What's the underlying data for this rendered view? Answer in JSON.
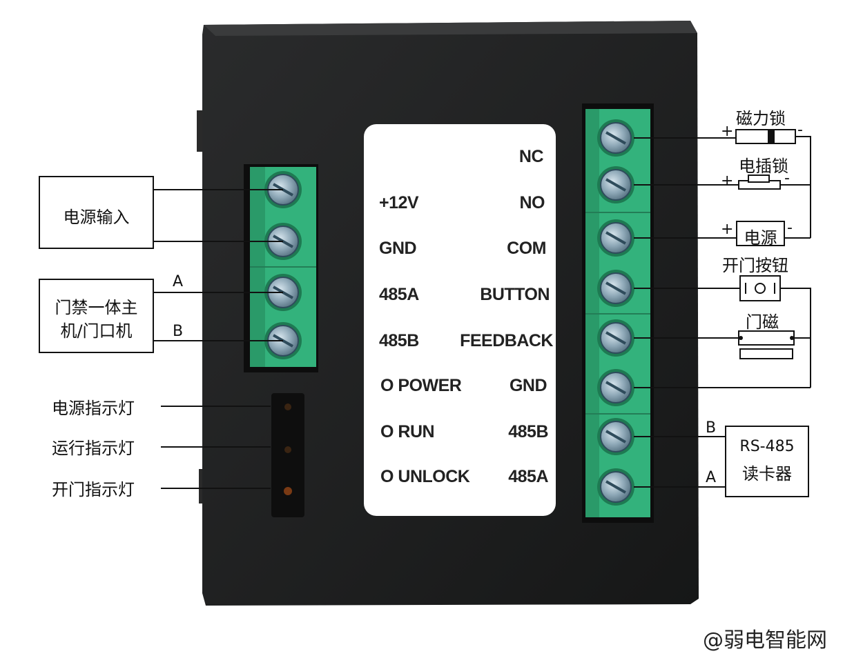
{
  "device": {
    "left_terminals": [
      "+12V",
      "GND",
      "485A",
      "485B"
    ],
    "indicators": [
      "O POWER",
      "O RUN",
      "O UNLOCK"
    ],
    "right_terminals": [
      "NC",
      "NO",
      "COM",
      "BUTTON",
      "FEEDBACK",
      "GND",
      "485B",
      "485A"
    ]
  },
  "left_labels": {
    "power_input": "电源输入",
    "door_host_line1": "门禁一体主",
    "door_host_line2": "机/门口机",
    "wire_a": "A",
    "wire_b": "B",
    "led_power": "电源指示灯",
    "led_run": "运行指示灯",
    "led_unlock": "开门指示灯"
  },
  "right_labels": {
    "maglock": "磁力锁",
    "bolt_lock": "电插锁",
    "power_supply": "电源",
    "exit_button": "开门按钮",
    "door_sensor": "门磁",
    "reader_line1": "RS-485",
    "reader_line2": "读卡器",
    "wire_a": "A",
    "wire_b": "B",
    "plus": "+",
    "minus": "-"
  },
  "watermark": "@弱电智能网",
  "colors": {
    "terminal_green": "#33b27c",
    "screw": "#9bb4c4",
    "case": "#1f2021",
    "plate": "#ffffff"
  }
}
